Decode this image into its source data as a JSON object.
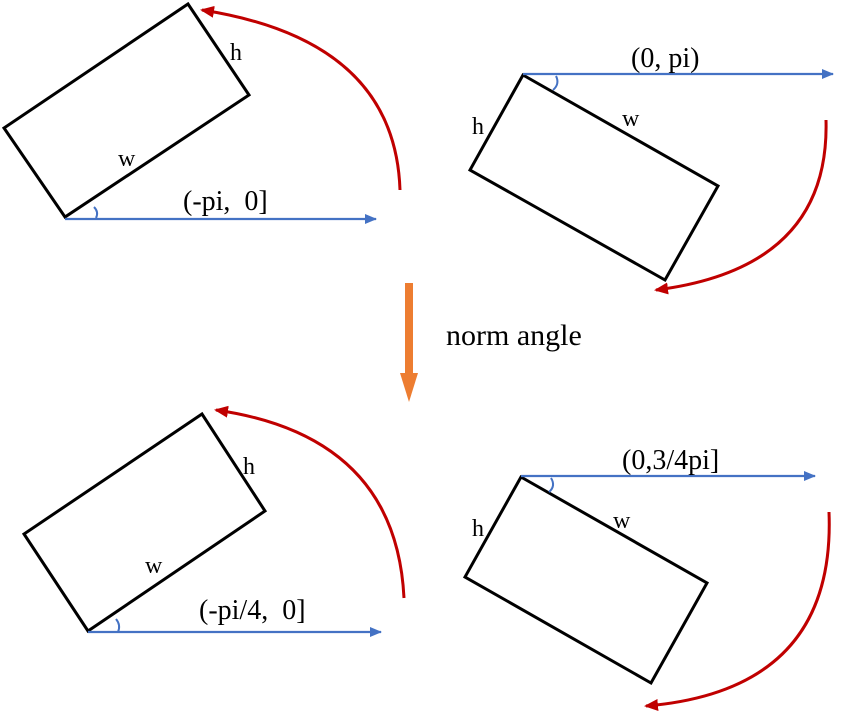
{
  "colors": {
    "axis_arrow": "#4472C4",
    "rotation_arrow": "#C00000",
    "transform_arrow": "#ED7D31",
    "rectangle": "#000000"
  },
  "transform": {
    "label": "norm angle"
  },
  "panels": {
    "top_left": {
      "h": "h",
      "w": "w",
      "range": "(-pi,  0]"
    },
    "top_right": {
      "h": "h",
      "w": "w",
      "range": "(0, pi)"
    },
    "bottom_left": {
      "h": "h",
      "w": "w",
      "range": "(-pi/4,  0]"
    },
    "bottom_right": {
      "h": "h",
      "w": "w",
      "range": "(0,3/4pi]"
    }
  }
}
